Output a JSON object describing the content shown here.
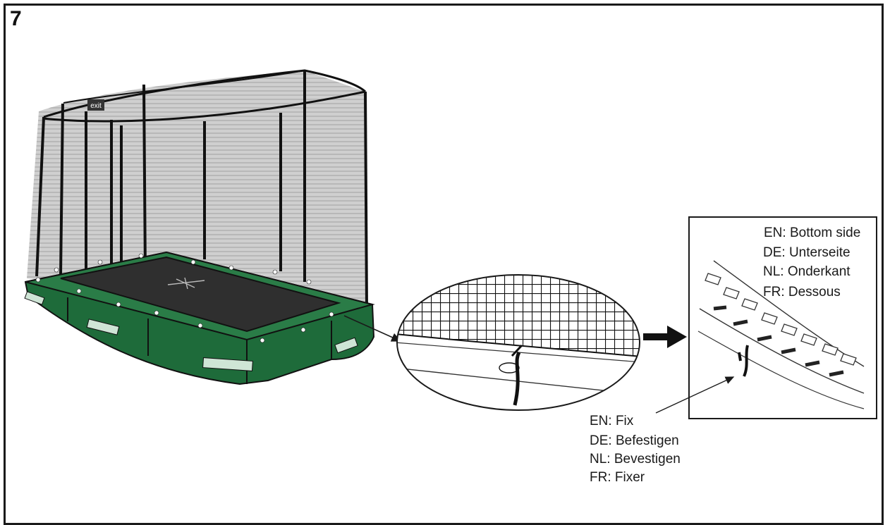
{
  "step": {
    "number": "7"
  },
  "logo": {
    "text": "exit"
  },
  "colors": {
    "frame_green": "#1e6b3a",
    "net_grey": "#c9c9c9",
    "ink": "#1a1a1a"
  },
  "labels": {
    "bottom_side": [
      "EN: Bottom side",
      "DE: Unterseite",
      "NL: Onderkant",
      "FR: Dessous"
    ],
    "fix": [
      "EN: Fix",
      "DE: Befestigen",
      "NL: Bevestigen",
      "FR: Fixer"
    ]
  }
}
